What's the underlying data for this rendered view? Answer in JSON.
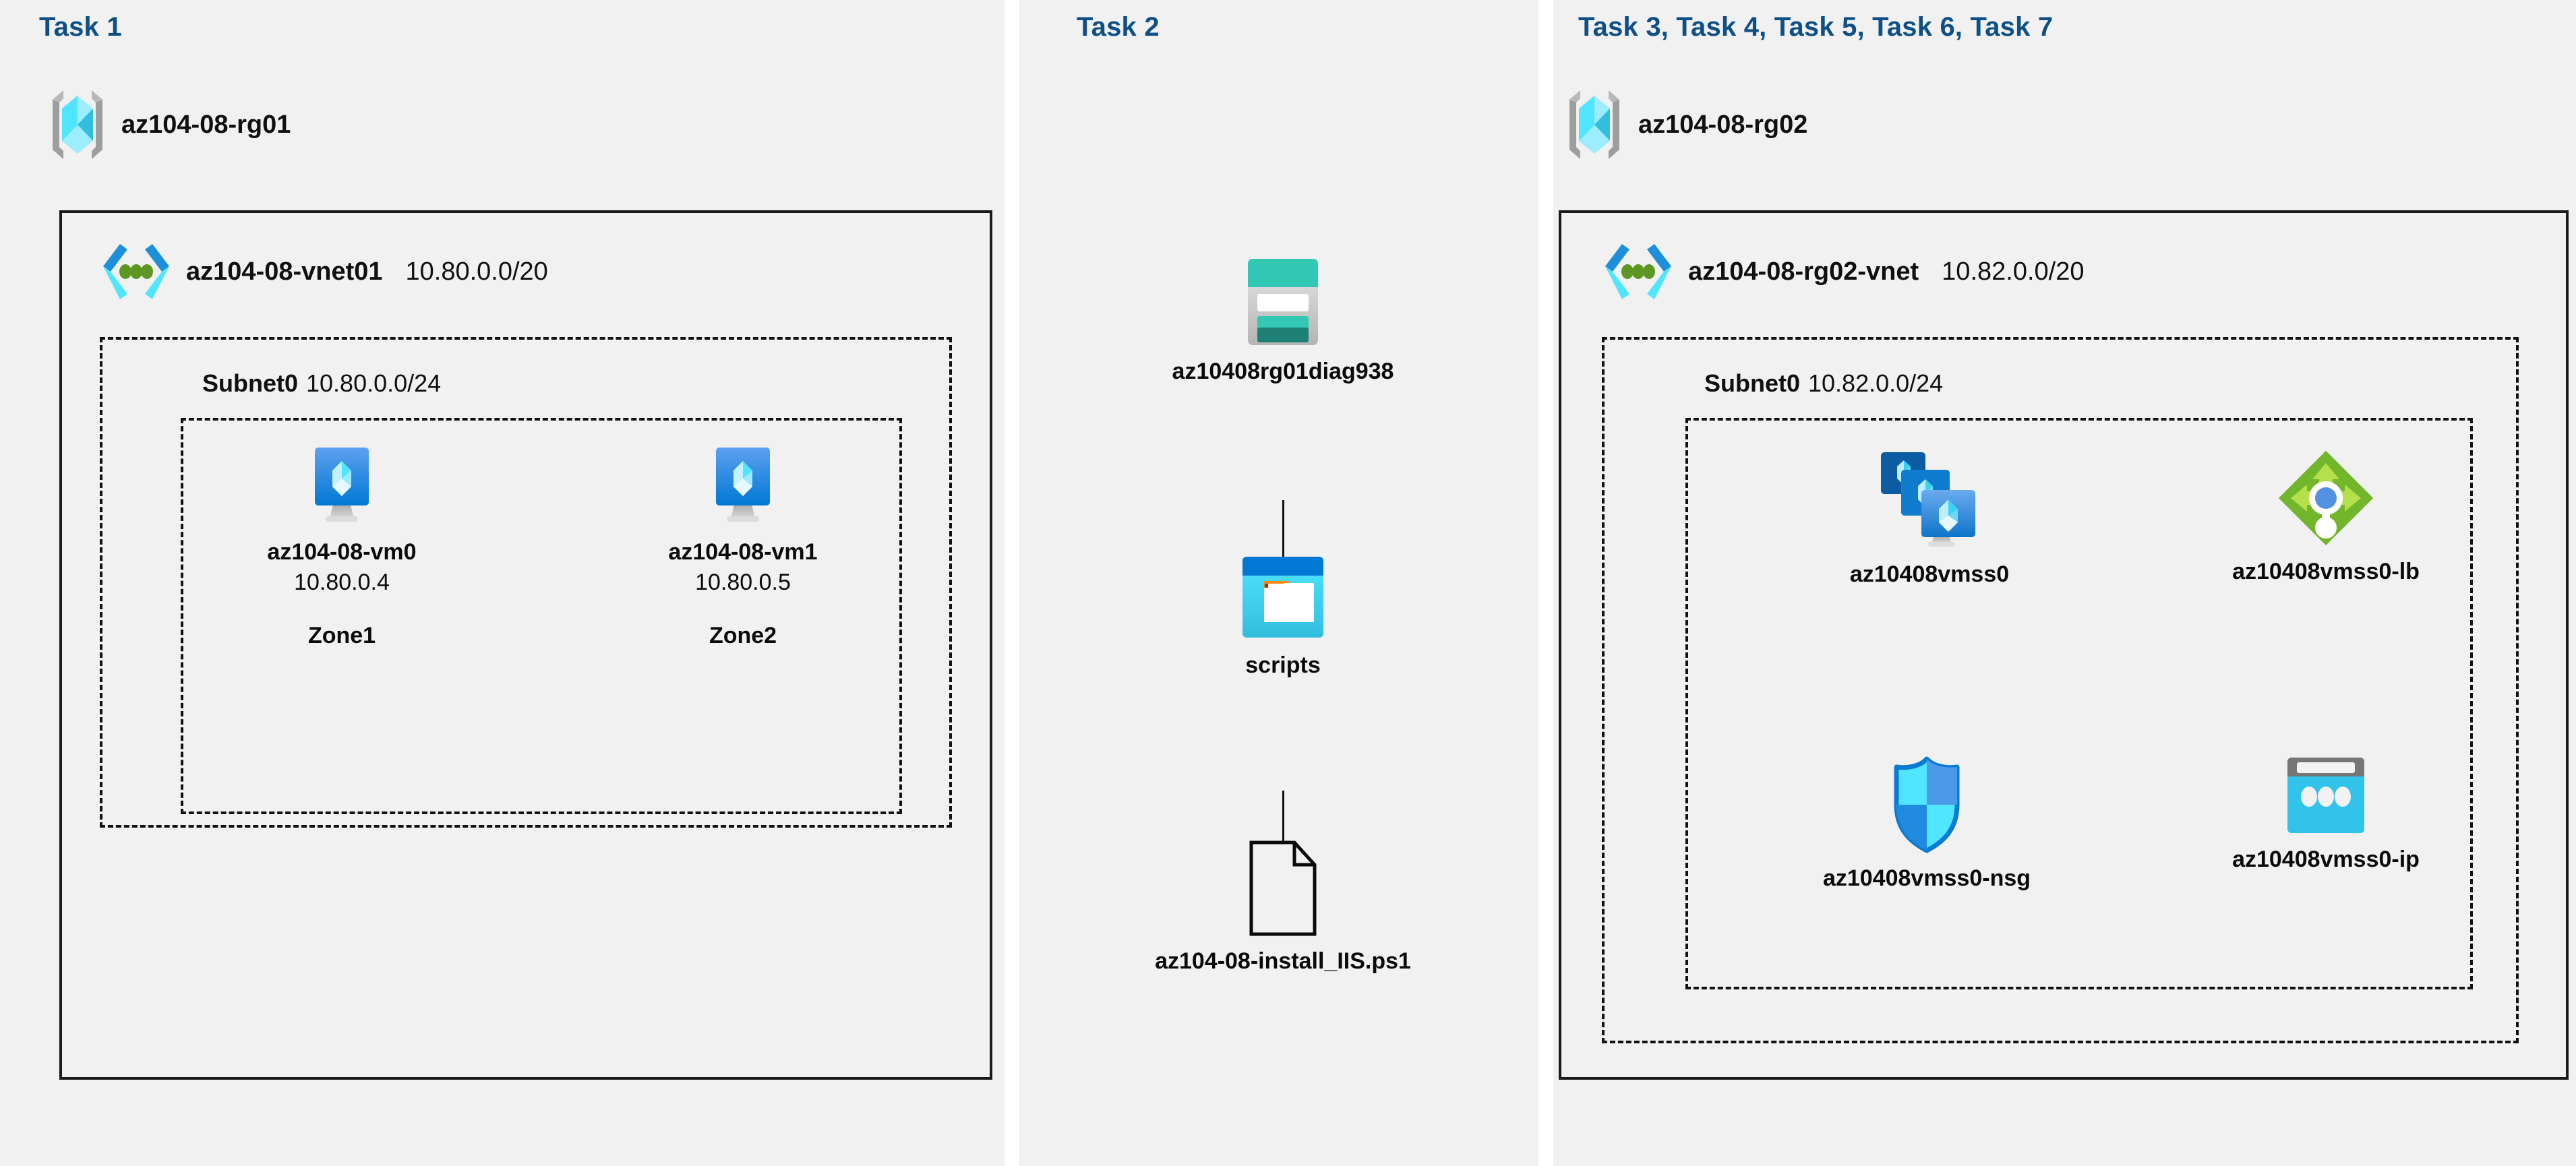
{
  "diagram": {
    "title_colors": {
      "task_heading": "#0d4f86",
      "panel_bg": "#f1f1f1",
      "stroke": "#1a1a1a"
    },
    "panels": [
      {
        "id": "panel-1",
        "heading": "Task 1"
      },
      {
        "id": "panel-2",
        "heading": "Task 2"
      },
      {
        "id": "panel-3",
        "heading": "Task 3, Task 4, Task 5, Task 6, Task 7"
      }
    ],
    "resource_groups": [
      {
        "name": "az104-08-rg01",
        "icon": "resource-group-icon"
      },
      {
        "name": "az104-08-rg02",
        "icon": "resource-group-icon"
      }
    ],
    "vnets": [
      {
        "name": "az104-08-vnet01",
        "cidr": "10.80.0.0/20",
        "icon": "virtual-network-icon"
      },
      {
        "name": "az104-08-rg02-vnet",
        "cidr": "10.82.0.0/20",
        "icon": "virtual-network-icon"
      }
    ],
    "subnets": [
      {
        "name": "Subnet0",
        "cidr": "10.80.0.0/24"
      },
      {
        "name": "Subnet0",
        "cidr": "10.82.0.0/24"
      }
    ],
    "task1_nodes": [
      {
        "name": "az104-08-vm0",
        "ip": "10.80.0.4",
        "zone": "Zone1",
        "icon": "virtual-machine-icon"
      },
      {
        "name": "az104-08-vm1",
        "ip": "10.80.0.5",
        "zone": "Zone2",
        "icon": "virtual-machine-icon"
      }
    ],
    "task2_nodes": [
      {
        "name": "az10408rg01diag938",
        "icon": "storage-account-icon"
      },
      {
        "name": "scripts",
        "icon": "blob-container-icon"
      },
      {
        "name": "az104-08-install_IIS.ps1",
        "icon": "script-file-icon"
      }
    ],
    "task3_nodes": [
      {
        "name": "az10408vmss0",
        "icon": "vm-scale-set-icon"
      },
      {
        "name": "az10408vmss0-lb",
        "icon": "load-balancer-icon"
      },
      {
        "name": "az10408vmss0-nsg",
        "icon": "network-security-group-icon"
      },
      {
        "name": "az10408vmss0-ip",
        "icon": "public-ip-address-icon"
      }
    ]
  }
}
